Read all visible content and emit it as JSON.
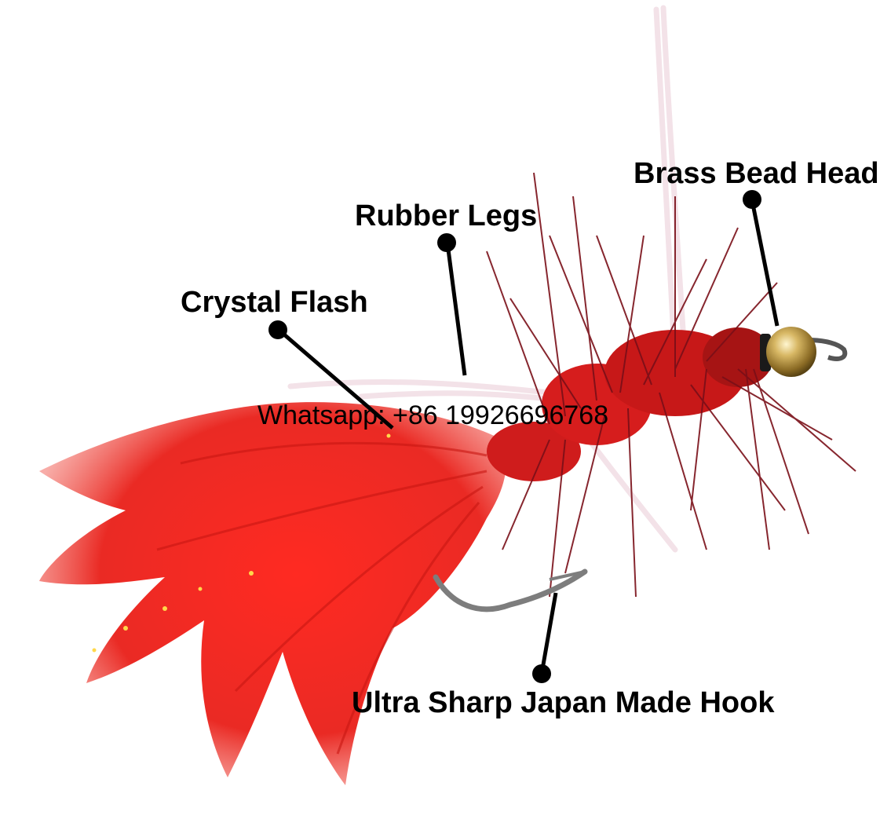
{
  "callouts": {
    "brass_bead_head": "Brass Bead Head",
    "rubber_legs": "Rubber Legs",
    "crystal_flash": "Crystal Flash",
    "hook": "Ultra Sharp Japan Made Hook"
  },
  "watermark": "Whatsapp: +86 19926696768",
  "colors": {
    "background": "#ffffff",
    "marabou_tail": "#e3261f",
    "hackle": "#7a0f18",
    "chenille_body": "#c81a1a",
    "bead": "#c9a54a",
    "hook": "#8a8a8a",
    "rubber_legs": "#f4e6ea",
    "callout_lines": "#000000"
  }
}
